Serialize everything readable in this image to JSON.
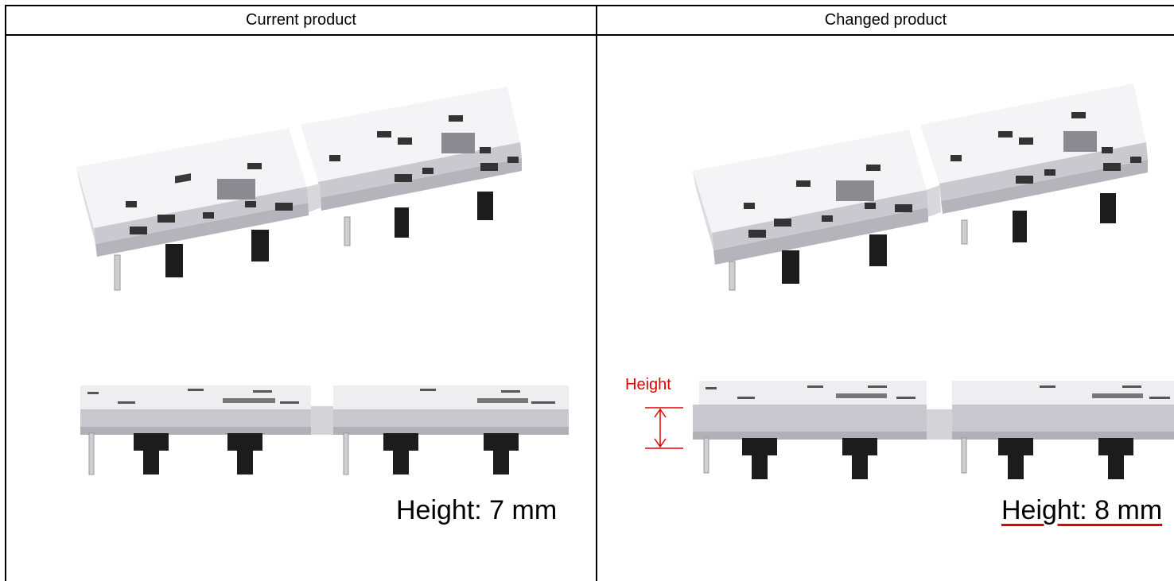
{
  "headers": {
    "current": "Current product",
    "changed": "Changed product"
  },
  "current": {
    "height_text": "Height: 7 mm"
  },
  "changed": {
    "height_label": "Height",
    "height_text": "Height: 8 mm"
  },
  "colors": {
    "annotation": "#e00000",
    "part_white": "#f2f2f4",
    "part_grey": "#c4c4ca",
    "part_dark": "#1c1c1c"
  }
}
